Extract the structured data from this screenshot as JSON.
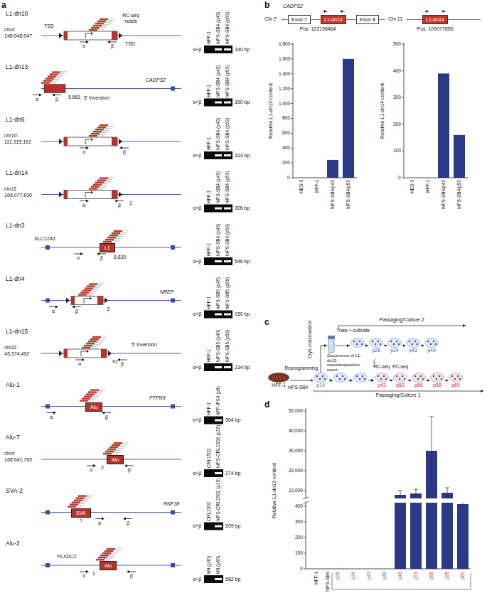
{
  "diagram": {
    "nodes": [
      {
        "text": [
          "L1"
        ]
      },
      {
        "text": [
          "Alu"
        ]
      },
      {
        "text": [
          "Alu"
        ]
      },
      {
        "text": [
          "SVA"
        ]
      },
      {
        "text": [
          "Alu"
        ]
      },
      {
        "text": [
          "Exon 7"
        ]
      },
      {
        "text": [
          "L1-dn13"
        ]
      },
      {
        "text": [
          "Exon 8"
        ]
      },
      {
        "text": [
          "L1-dn14"
        ]
      },
      {
        "text": [
          "HFF-1"
        ]
      },
      {
        "text": [
          "p19"
        ]
      },
      {
        "text": [
          "p28"
        ]
      },
      {
        "text": [
          "p34"
        ]
      },
      {
        "text": [
          "p43"
        ]
      },
      {
        "text": [
          "p49"
        ]
      },
      {
        "text": [
          "p43"
        ]
      },
      {
        "text": [
          "p53"
        ]
      },
      {
        "text": [
          "p56"
        ]
      },
      {
        "text": [
          "p58"
        ]
      },
      {
        "text": [
          "p60"
        ]
      }
    ],
    "edges": [
      {
        "from": 5,
        "to": 6,
        "arrow": "none"
      },
      {
        "from": 6,
        "to": 7,
        "arrow": "none"
      },
      {
        "from": 9,
        "to": 10,
        "label": "Reprogramming",
        "arrow": "to"
      },
      {
        "from": 11,
        "to": 12,
        "arrow": "to"
      },
      {
        "from": 12,
        "to": 13,
        "arrow": "to"
      },
      {
        "from": 13,
        "to": 14,
        "arrow": "to"
      },
      {
        "from": 15,
        "to": 16,
        "arrow": "to"
      },
      {
        "from": 16,
        "to": 17,
        "arrow": "to"
      },
      {
        "from": 17,
        "to": 18,
        "arrow": "to"
      },
      {
        "from": 18,
        "to": 19,
        "arrow": "to"
      }
    ],
    "labels": [
      "a",
      "L1-dn10",
      "chr4:",
      "148,048,047",
      "TSD",
      "RC-seq reads",
      "TSD",
      "HFF-1",
      "hiPS-SB4 (p43)",
      "hiPS-SB4 (p53)",
      "α+β",
      "340 bp",
      "α",
      "β",
      "L1-dn13",
      "CADPS2",
      "5,681",
      "5′ Inversion",
      "HFF-1",
      "hiPS-SB4 (p43)",
      "hiPS-SB4 (p53)",
      "α+β",
      "390 bp",
      "α",
      "β",
      "L1-dn6",
      "chr10:",
      "111,315,161",
      "HFF-1",
      "hiPS-SB4 (p43)",
      "hiPS-SB4 (p53)",
      "α+β",
      "314 bp",
      "α",
      "β",
      "L1-dn14",
      "chr11:",
      "109,077,830",
      "1",
      "HFF-1",
      "hiPS-SB4 (p43)",
      "hiPS-SB4 (p53)",
      "α+β",
      "306 bp",
      "α",
      "β",
      "L1-dn3",
      "SLC12A1",
      "5,830",
      "HFF-1",
      "hiPS-SB4 (p43)",
      "hiPS-SB4 (p53)",
      "α+β",
      "546 bp",
      "α",
      "β",
      "L1-dn4",
      "NREP",
      "3",
      "HFF-1",
      "hiPS-SB5 (p40)",
      "hiPS-SB5 (p59)",
      "α+β",
      "150 bp",
      "α",
      "β",
      "L1-dn15",
      "chr11:",
      "45,574,492",
      "91",
      "5′ Inversion",
      "HFF-1",
      "hiPS-SB5 (p40)",
      "hiPS-SB5 (p59)",
      "α+β",
      "234 bp",
      "α",
      "β",
      "Alu-1",
      "PTPN9",
      "HFF-1",
      "hFF-iPS4 (p8)",
      "α+β",
      "564 bp",
      "α",
      "β",
      "Alu-7",
      "chr4:",
      "168,641,765",
      "2",
      "CRL1502",
      "hiPS-CRL1502 (p15)",
      "α+β",
      "274 bp",
      "α",
      "β",
      "SVA-2",
      "RNF38",
      "?",
      "CRL1502",
      "hiPS-CRL1502 (p15)",
      "α+β",
      "209 bp",
      "α",
      "β",
      "Alu-2",
      "PLXDC2",
      "1",
      "H9 (p30)",
      "H9 (p60)",
      "α+β",
      "582 bp",
      "α",
      "β",
      "b",
      "CADPS2",
      "Chr.7",
      "Pos. 122198464",
      "0",
      "200",
      "400",
      "600",
      "800",
      "1,000",
      "1,200",
      "1,400",
      "1,600",
      "1,800",
      "Relative L1-dn13 content",
      "HES-3",
      "HFF-1",
      "hiPS-SB4/p43",
      "hiPS-SB4/p53",
      "Chr.11",
      "Pos. 109077850",
      "0",
      "100",
      "200",
      "300",
      "400",
      "500",
      "Relative L1-dn14 content",
      "HES-3",
      "HFF-1",
      "hiPS-SB4/p43",
      "hiPS-SB4/p53",
      "c",
      "hiPS-SB4",
      "Cryo-conservation",
      "Thaw + cultivate",
      "Passaging/Culture 2",
      "Occurrence of L1-dn13 retrotransposition event",
      "RC-seq",
      "RC-seq",
      "Passaging/Culture 1",
      "d",
      "0",
      "100",
      "200",
      "300",
      "400",
      "10,000",
      "20,000",
      "30,000",
      "40,000",
      "50,000",
      "Relative L1-dn13 content",
      "HFF-1",
      "p28",
      "p34",
      "p43",
      "p49",
      "p43",
      "p53",
      "p56",
      "p58",
      "p60",
      "hiPS-SB4"
    ]
  }
}
